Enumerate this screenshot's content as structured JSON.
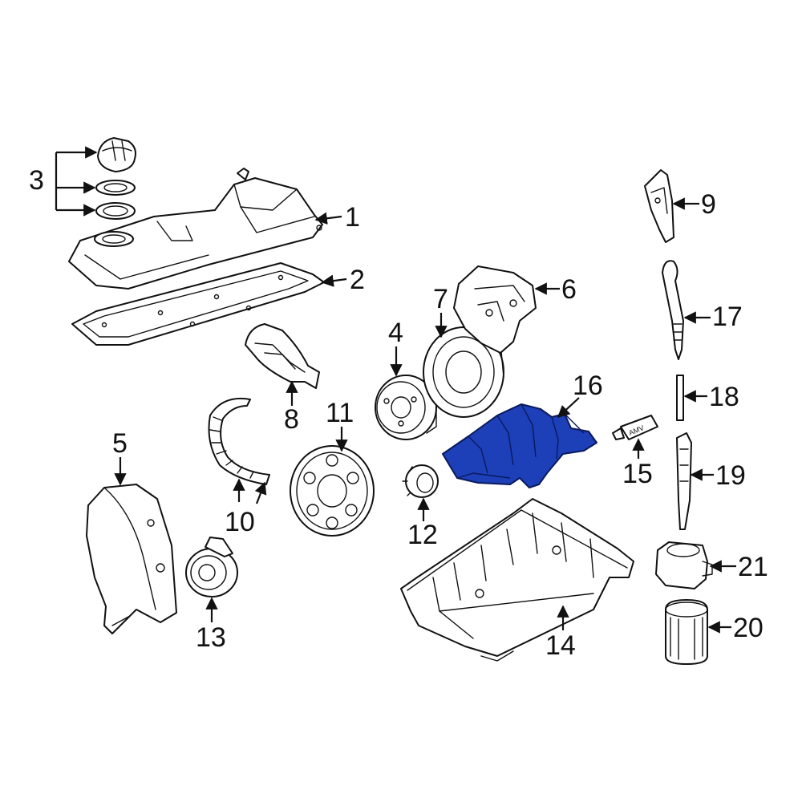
{
  "diagram": {
    "highlight_color": "#1d3fb8",
    "callouts": {
      "c1": "1",
      "c2": "2",
      "c3": "3",
      "c4": "4",
      "c5": "5",
      "c6": "6",
      "c7": "7",
      "c8": "8",
      "c9": "9",
      "c10": "10",
      "c11": "11",
      "c12": "12",
      "c13": "13",
      "c14": "14",
      "c15": "15",
      "c16": "16",
      "c17": "17",
      "c18": "18",
      "c19": "19",
      "c20": "20",
      "c21": "21"
    },
    "tube_label": "AMV"
  }
}
